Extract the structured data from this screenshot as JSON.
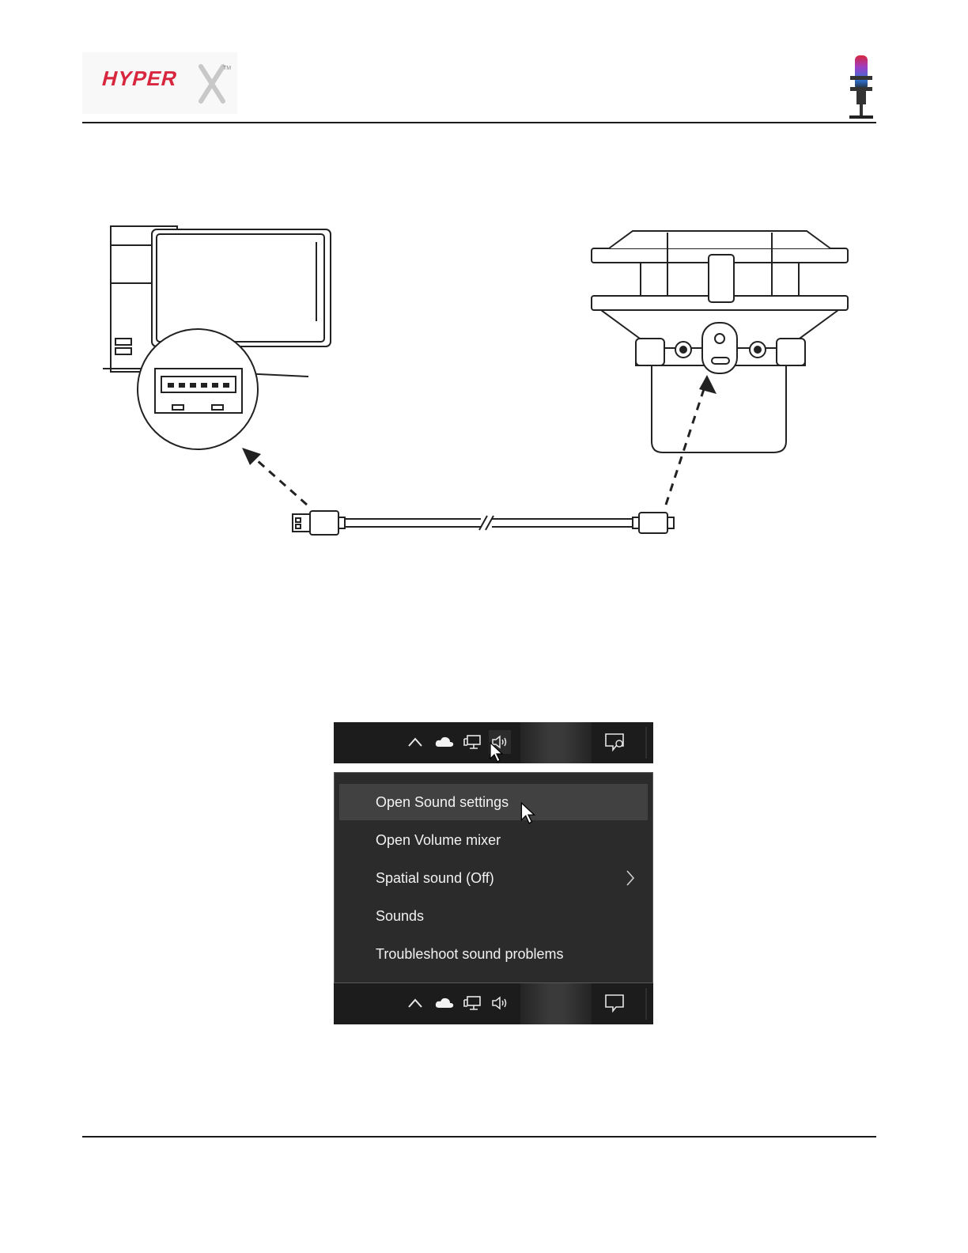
{
  "header": {
    "brand_logo": "HyperX",
    "product_icon": "quadcast-microphone-icon"
  },
  "diagram": {
    "pc_port": "usb-a-port",
    "mic_port": "usb-c-port",
    "cable": "usb-a-to-usb-c-cable"
  },
  "taskbar": {
    "icons": [
      "chevron-up-icon",
      "cloud-icon",
      "network-icon",
      "speaker-icon",
      "notification-icon"
    ]
  },
  "context_menu": {
    "items": [
      {
        "label": "Open Sound settings",
        "highlighted": true
      },
      {
        "label": "Open Volume mixer"
      },
      {
        "label": "Spatial sound (Off)",
        "has_submenu": true
      },
      {
        "label": "Sounds"
      },
      {
        "label": "Troubleshoot sound problems"
      }
    ]
  },
  "colors": {
    "brand_red": "#d7263d",
    "taskbar_bg": "#1c1c1c",
    "menu_bg": "#2b2b2b",
    "menu_hover": "#414141",
    "menu_text": "#f2f2f2"
  }
}
